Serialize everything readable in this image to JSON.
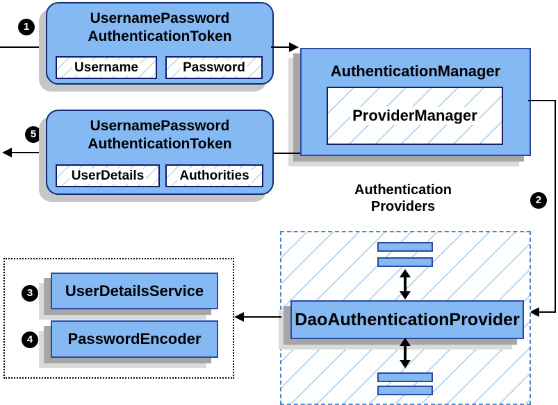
{
  "colors": {
    "box-fill": "#85b9f4",
    "box-border": "#0d2c72",
    "rect-border": "#2b4a9e",
    "field-border": "#101d66",
    "hatch-line": "#a0c8f0",
    "dashed-border": "#4b84c9",
    "shadow-dark": "#a6a6a6",
    "shadow-mid": "#c6c6c6",
    "shadow-light": "#dadada",
    "arrow-color": "#000000"
  },
  "badges": {
    "step1": "1",
    "step2": "2",
    "step3": "3",
    "step4": "4",
    "step5": "5"
  },
  "token_request": {
    "title_line1": "UsernamePassword",
    "title_line2": "AuthenticationToken",
    "fields": [
      "Username",
      "Password"
    ]
  },
  "authentication_manager": {
    "title": "AuthenticationManager",
    "provider": "ProviderManager"
  },
  "token_response": {
    "title_line1": "UsernamePassword",
    "title_line2": "AuthenticationToken",
    "fields": [
      "UserDetails",
      "Authorities"
    ]
  },
  "providers_group": {
    "heading_line1": "Authentication",
    "heading_line2": "Providers",
    "dao_provider": "DaoAuthenticationProvider"
  },
  "services_group": {
    "user_details_service": "UserDetailsService",
    "password_encoder": "PasswordEncoder"
  }
}
